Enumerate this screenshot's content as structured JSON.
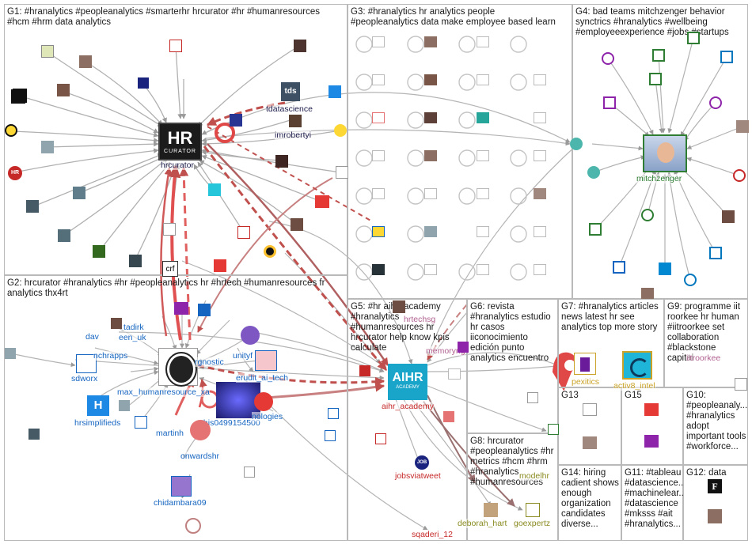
{
  "groups": [
    {
      "id": "G1",
      "label": "G1: #hranalytics #peopleanalytics #smarterhr hrcurator #hr #humanresources\n#hcm #hrm data analytics"
    },
    {
      "id": "G2",
      "label": "G2: hrcurator #hranalytics #hr #peopleanalytics hr #hrtech #humanresources fr\nanalytics thx4rt"
    },
    {
      "id": "G3",
      "label": "G3: #hranalytics hr analytics people\n#peopleanalytics data make employee based learn"
    },
    {
      "id": "G4",
      "label": "G4: bad teams mitchzenger behavior\nsynctrics #hranalytics #wellbeing\n#employeeexperience #jobs #startups"
    },
    {
      "id": "G5",
      "label": "G5: #hr aihr_academy\n#hranalytics\n#humanresources hr\nhrcurator help know kpis\ncalculate"
    },
    {
      "id": "G6",
      "label": "G6: revista\n#hranalytics estudio\nhr casos\niiconocimiento\nedición punto\nanalytics encuentro"
    },
    {
      "id": "G7",
      "label": "G7: #hranalytics articles\nnews latest hr see\nanalytics top more story"
    },
    {
      "id": "G8",
      "label": "G8: hrcurator\n#peopleanalytics #hr\nmetrics #hcm #hrm\n#hranalytics\n#humanresources"
    },
    {
      "id": "G9",
      "label": "G9: programme iit\nroorkee hr human\n#iitroorkee set\ncollaboration\n#blackstone\ncapital"
    },
    {
      "id": "G10",
      "label": "G10:\n#peopleanaly...\n#hranalytics\nadopt\nimportant tools\n#workforce..."
    },
    {
      "id": "G11",
      "label": "G11: #tableau\n#datascience...\n#machinelear...\n#datascience\n#mksss #ait\n#hranalytics..."
    },
    {
      "id": "G12",
      "label": "G12: data"
    },
    {
      "id": "G13",
      "label": "G13"
    },
    {
      "id": "G14",
      "label": "G14: hiring\ncadient shows\nenough\norganization\ncandidates\ndiverse..."
    },
    {
      "id": "G15",
      "label": "G15"
    }
  ],
  "node_labels": {
    "hrcurator": "hrcurator",
    "tdatascience": "tdatascience",
    "imrobertyi": "imrobertyi",
    "mitchzenger": "mitchzenger",
    "aihr_academy": "aihr_academy",
    "humanresource_xa": "humanresource_xa",
    "this0499154500": "this0499154500",
    "erudit_ai_tech": "erudit_ai_tech",
    "hrsimplifieds": "hrsimplifieds",
    "onwardshr": "onwardshr",
    "chidambara09": "chidambara09",
    "sdworx": "sdworx",
    "jobsviatweet": "jobsviatweet",
    "sqaderi_12": "sqaderi_12",
    "deborah_hart": "deborah_hart",
    "goexpertz": "goexpertz",
    "pexitics": "pexitics",
    "activ8_intel": "activ8_intel",
    "hrtechsg": "hrtechsg",
    "memoryng": "memoryng",
    "iitroorkee": "iitroorkee",
    "rgnostic": "rgnostic",
    "unityf": "unityf",
    "nologies": "nologies",
    "martinh": "martinh",
    "max_": "max_",
    "nchrapps": "nchrapps",
    "dav": "dav",
    "tadirk": "tadirk",
    "een_uk": "een_uk",
    "modelhr": "modelhr",
    "crf": "crf"
  },
  "logos": {
    "hrcurator_top": "HR",
    "hrcurator_sub": "CURATOR",
    "tds": "tds",
    "aihr_top": "AIHR",
    "aihr_sub": "ACADEMY",
    "crf": "crf",
    "hr_small": "HR",
    "job": "JOB",
    "f_logo": "F"
  },
  "colors": {
    "edge_gray": "#a9a9a9",
    "edge_red": "#c0504d",
    "edge_mauve": "#9a7070",
    "label_blue": "#1565c0",
    "label_red": "#c62828",
    "label_green": "#2e7d32",
    "label_olive": "#8a8a20",
    "label_pink": "#b0608f"
  }
}
